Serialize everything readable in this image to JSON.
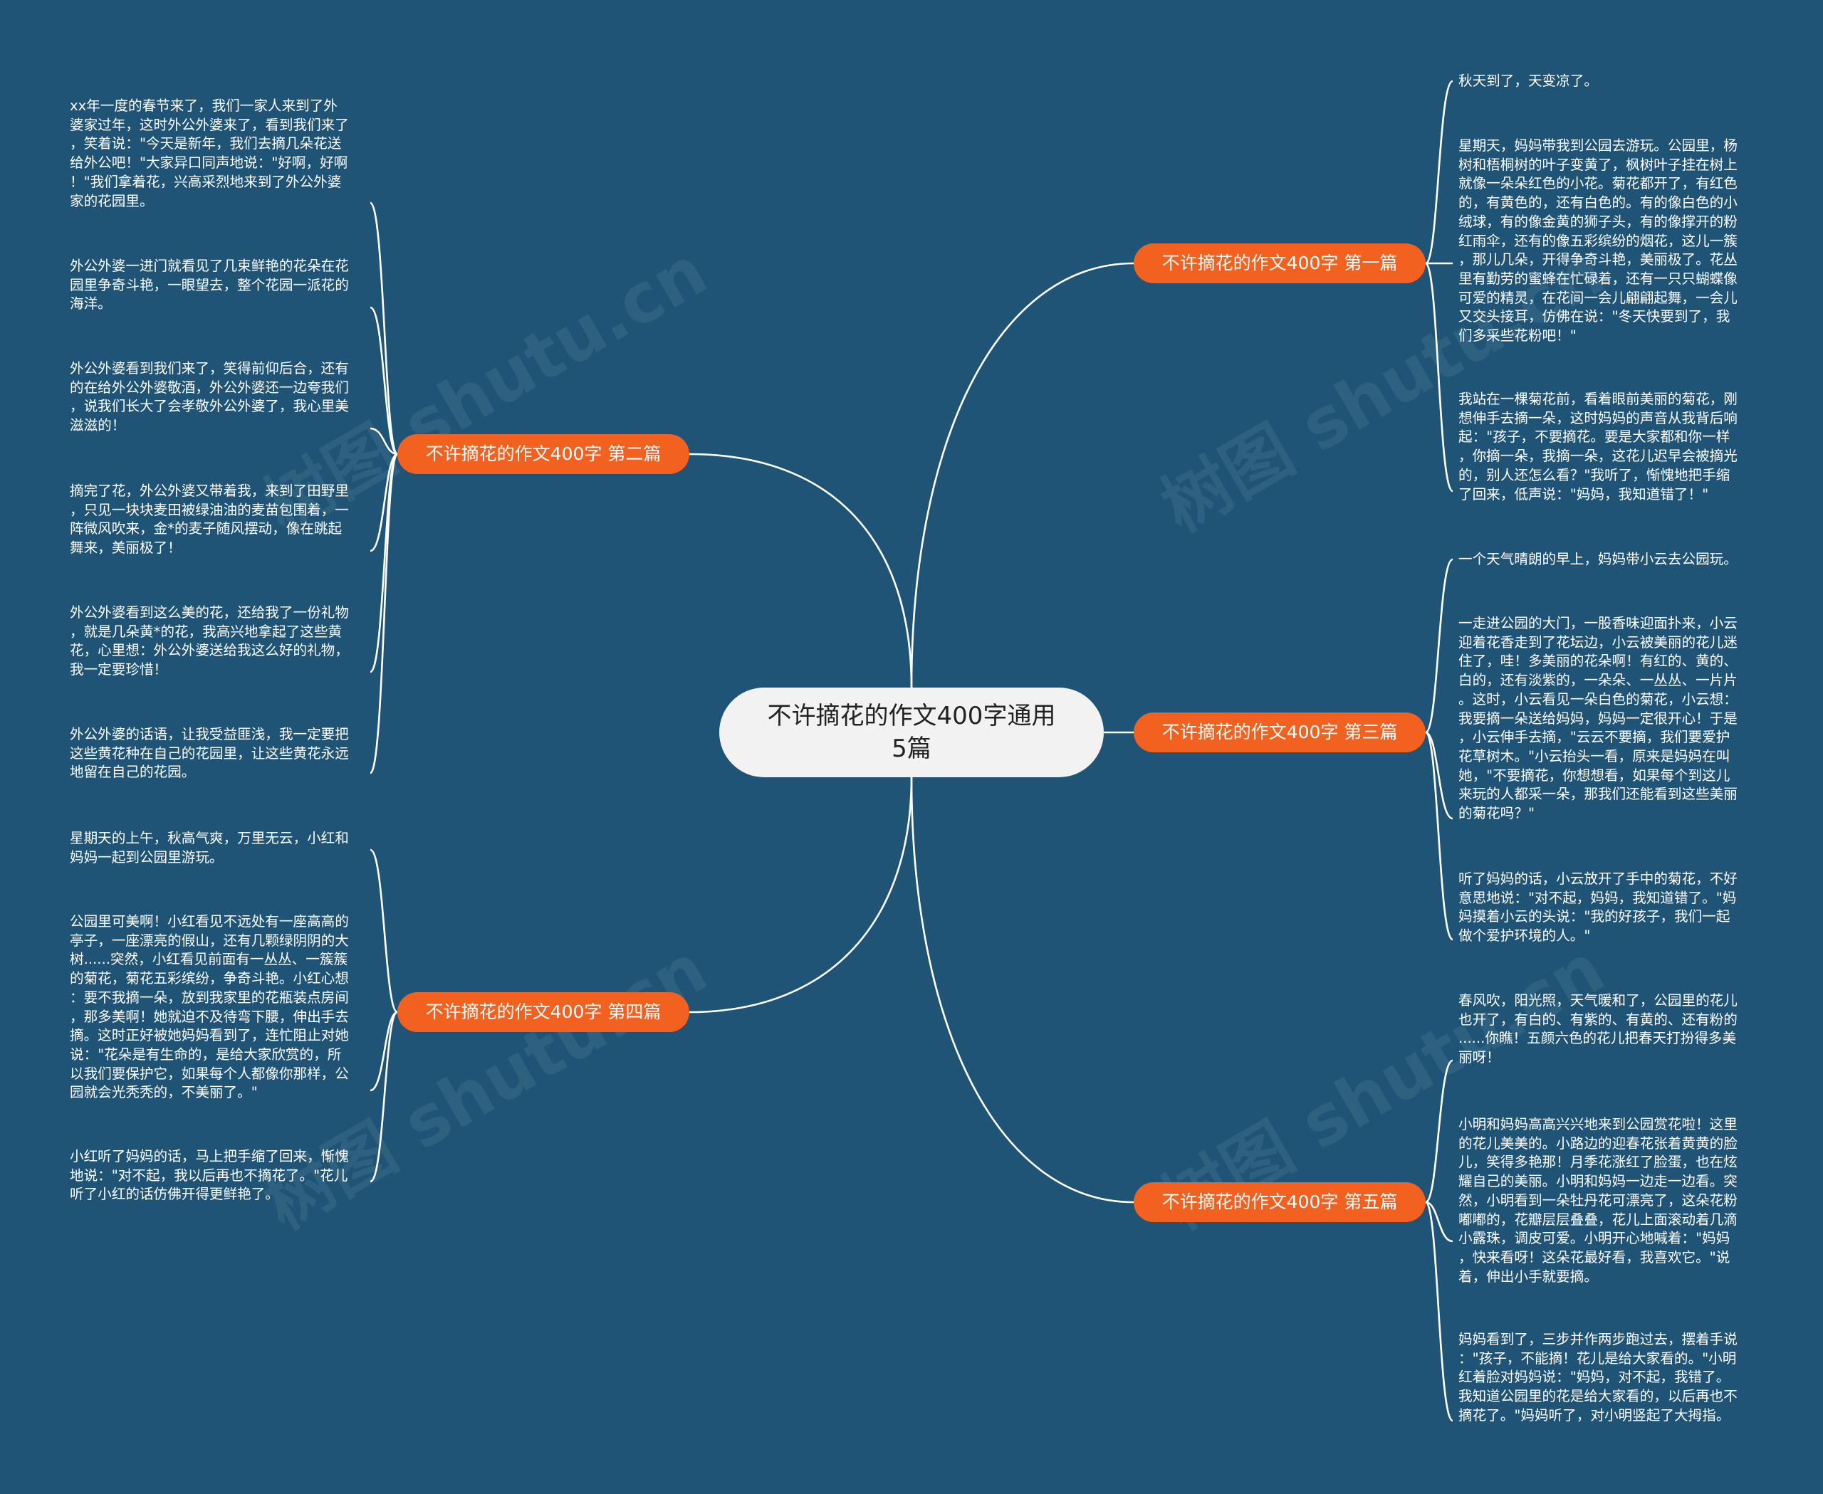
{
  "center": {
    "title": "不许摘花的作文400字通用5篇"
  },
  "branches": [
    {
      "label": "不许摘花的作文400字 第一篇"
    },
    {
      "label": "不许摘花的作文400字 第二篇"
    },
    {
      "label": "不许摘花的作文400字 第三篇"
    },
    {
      "label": "不许摘花的作文400字 第四篇"
    },
    {
      "label": "不许摘花的作文400字 第五篇"
    }
  ],
  "leaves": {
    "b1": [
      "秋天到了，天变凉了。",
      "星期天，妈妈带我到公园去游玩。公园里，杨\n树和梧桐树的叶子变黄了，枫树叶子挂在树上\n就像一朵朵红色的小花。菊花都开了，有红色\n的，有黄色的，还有白色的。有的像白色的小\n绒球，有的像金黄的狮子头，有的像撑开的粉\n红雨伞，还有的像五彩缤纷的烟花，这儿一簇\n，那儿几朵，开得争奇斗艳，美丽极了。花丛\n里有勤劳的蜜蜂在忙碌着，还有一只只蝴蝶像\n可爱的精灵，在花间一会儿翩翩起舞，一会儿\n又交头接耳，仿佛在说：\"冬天快要到了，我\n们多采些花粉吧！\"",
      "我站在一棵菊花前，看着眼前美丽的菊花，刚\n想伸手去摘一朵，这时妈妈的声音从我背后响\n起：\"孩子，不要摘花。要是大家都和你一样\n，你摘一朵，我摘一朵，这花儿迟早会被摘光\n的，别人还怎么看？\"我听了，惭愧地把手缩\n了回来，低声说：\"妈妈，我知道错了！\""
    ],
    "b2": [
      "xx年一度的春节来了，我们一家人来到了外\n婆家过年，这时外公外婆来了，看到我们来了\n，笑着说：\"今天是新年，我们去摘几朵花送\n给外公吧！\"大家异口同声地说：\"好啊，好啊\n！\"我们拿着花，兴高采烈地来到了外公外婆\n家的花园里。",
      "外公外婆一进门就看见了几束鲜艳的花朵在花\n园里争奇斗艳，一眼望去，整个花园一派花的\n海洋。",
      "外公外婆看到我们来了，笑得前仰后合，还有\n的在给外公外婆敬酒，外公外婆还一边夸我们\n，说我们长大了会孝敬外公外婆了，我心里美\n滋滋的！",
      "摘完了花，外公外婆又带着我，来到了田野里\n，只见一块块麦田被绿油油的麦苗包围着，一\n阵微风吹来，金*的麦子随风摆动，像在跳起\n舞来，美丽极了！",
      "外公外婆看到这么美的花，还给我了一份礼物\n，就是几朵黄*的花，我高兴地拿起了这些黄\n花，心里想：外公外婆送给我这么好的礼物，\n我一定要珍惜！",
      "外公外婆的话语，让我受益匪浅，我一定要把\n这些黄花种在自己的花园里，让这些黄花永远\n地留在自己的花园。"
    ],
    "b3": [
      "一个天气晴朗的早上，妈妈带小云去公园玩。",
      "一走进公园的大门，一股香味迎面扑来，小云\n迎着花香走到了花坛边，小云被美丽的花儿迷\n住了，哇！多美丽的花朵啊！有红的、黄的、\n白的，还有淡紫的，一朵朵、一丛丛、一片片\n。这时，小云看见一朵白色的菊花，小云想：\n我要摘一朵送给妈妈，妈妈一定很开心！于是\n，小云伸手去摘，\"云云不要摘，我们要爱护\n花草树木。\"小云抬头一看，原来是妈妈在叫\n她，\"不要摘花，你想想看，如果每个到这儿\n来玩的人都采一朵，那我们还能看到这些美丽\n的菊花吗？\"",
      "听了妈妈的话，小云放开了手中的菊花，不好\n意思地说：\"对不起，妈妈，我知道错了。\"妈\n妈摸着小云的头说：\"我的好孩子，我们一起\n做个爱护环境的人。\""
    ],
    "b4": [
      "星期天的上午，秋高气爽，万里无云，小红和\n妈妈一起到公园里游玩。",
      "公园里可美啊！小红看见不远处有一座高高的\n亭子，一座漂亮的假山，还有几颗绿阴阴的大\n树......突然，小红看见前面有一丛丛、一簇簇\n的菊花，菊花五彩缤纷，争奇斗艳。小红心想\n：要不我摘一朵，放到我家里的花瓶装点房间\n，那多美啊！她就迫不及待弯下腰，伸出手去\n摘。这时正好被她妈妈看到了，连忙阻止对她\n说：\"花朵是有生命的，是给大家欣赏的，所\n以我们要保护它，如果每个人都像你那样，公\n园就会光秃秃的，不美丽了。\"",
      "小红听了妈妈的话，马上把手缩了回来，惭愧\n地说：\"对不起，我以后再也不摘花了。\"花儿\n听了小红的话仿佛开得更鲜艳了。"
    ],
    "b5": [
      "春风吹，阳光照，天气暖和了，公园里的花儿\n也开了，有白的、有紫的、有黄的、还有粉的\n......你瞧！五颜六色的花儿把春天打扮得多美\n丽呀！",
      "小明和妈妈高高兴兴地来到公园赏花啦！这里\n的花儿美美的。小路边的迎春花张着黄黄的脸\n儿，笑得多艳那！月季花涨红了脸蛋，也在炫\n耀自己的美丽。小明和妈妈一边走一边看。突\n然，小明看到一朵牡丹花可漂亮了，这朵花粉\n嘟嘟的，花瓣层层叠叠，花儿上面滚动着几滴\n小露珠，调皮可爱。小明开心地喊着：\"妈妈\n，快来看呀！这朵花最好看，我喜欢它。\"说\n着，伸出小手就要摘。",
      "妈妈看到了，三步并作两步跑过去，摆着手说\n：\"孩子，不能摘！花儿是给大家看的。\"小明\n红着脸对妈妈说：\"妈妈，对不起，我错了。\n我知道公园里的花是给大家看的，以后再也不\n摘花了。\"妈妈听了，对小明竖起了大拇指。"
    ]
  },
  "watermark": "树图 shutu.cn",
  "colors": {
    "background": "#1f5476",
    "branch": "#f2611f",
    "center": "#f2f2f2",
    "line": "#ffffff"
  }
}
